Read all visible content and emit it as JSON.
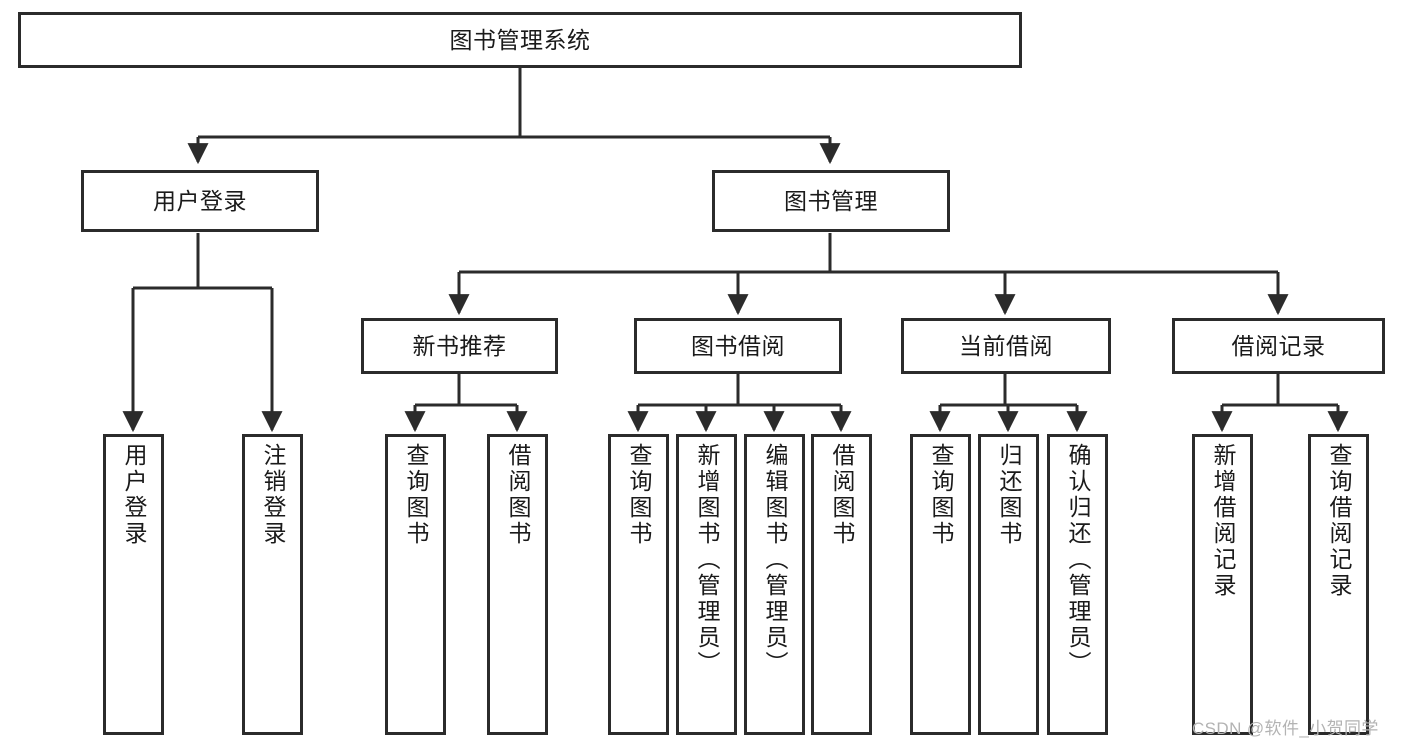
{
  "diagram": {
    "title": "图书管理系统",
    "type": "tree-hierarchy-chart",
    "root": {
      "id": "root",
      "label": "图书管理系统"
    },
    "level2": [
      {
        "id": "user-login",
        "label": "用户登录"
      },
      {
        "id": "book-management",
        "label": "图书管理"
      }
    ],
    "level3": [
      {
        "id": "new-book-recommend",
        "label": "新书推荐",
        "parent": "book-management"
      },
      {
        "id": "book-borrow",
        "label": "图书借阅",
        "parent": "book-management"
      },
      {
        "id": "current-borrow",
        "label": "当前借阅",
        "parent": "book-management"
      },
      {
        "id": "borrow-record",
        "label": "借阅记录",
        "parent": "book-management"
      }
    ],
    "leaves": {
      "user-login": [
        {
          "id": "leaf-user-login",
          "label": "用户登录"
        },
        {
          "id": "leaf-user-logout",
          "label": "注销登录"
        }
      ],
      "new-book-recommend": [
        {
          "id": "leaf-query-book-1",
          "label": "查询图书"
        },
        {
          "id": "leaf-borrow-book-1",
          "label": "借阅图书"
        }
      ],
      "book-borrow": [
        {
          "id": "leaf-query-book-2",
          "label": "查询图书"
        },
        {
          "id": "leaf-add-book",
          "label": "新增图书（管理员）"
        },
        {
          "id": "leaf-edit-book",
          "label": "编辑图书（管理员）"
        },
        {
          "id": "leaf-borrow-book-2",
          "label": "借阅图书"
        }
      ],
      "current-borrow": [
        {
          "id": "leaf-query-book-3",
          "label": "查询图书"
        },
        {
          "id": "leaf-return-book",
          "label": "归还图书"
        },
        {
          "id": "leaf-confirm-return",
          "label": "确认归还（管理员）"
        }
      ],
      "borrow-record": [
        {
          "id": "leaf-add-borrow-record",
          "label": "新增借阅记录"
        },
        {
          "id": "leaf-query-borrow-record",
          "label": "查询借阅记录"
        }
      ]
    }
  },
  "watermark": {
    "text": "CSDN @软件_小贺同学"
  },
  "colors": {
    "stroke": "#2b2b2b",
    "fill": "#ffffff",
    "text": "#1a1a1a",
    "watermark": "#b3b3b3"
  }
}
